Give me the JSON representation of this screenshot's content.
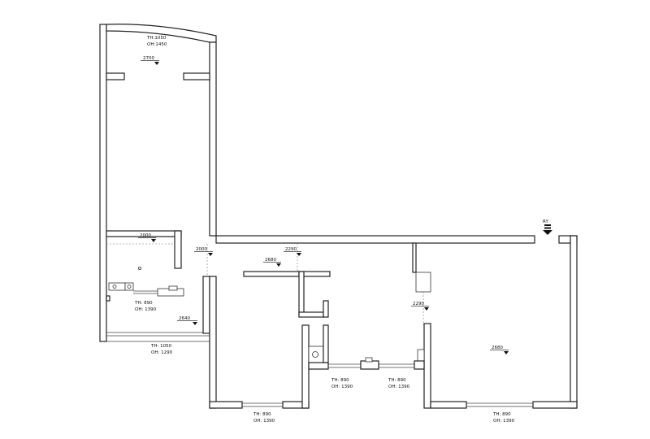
{
  "labels": {
    "top_window_th": "TH:1050",
    "top_window_oh": "OH:1450",
    "ceiling_top": "2700",
    "ceiling_mid_left": "2000",
    "ceiling_corridor": "2000",
    "ceiling_corridor_b": "2290",
    "ceiling_kitchen": "2680",
    "left_lower_th": "TH: 890",
    "left_lower_oh": "OH: 1390",
    "ceiling_left_bottom": "2640",
    "left_bottom_th": "TH: 1050",
    "left_bottom_oh": "OH: 1290",
    "ceiling_right_a": "2290",
    "ceiling_right_room": "2680",
    "mid_bottom_th": "TH: 890",
    "mid_bottom_oh": "OH: 1390",
    "mid_right_th": "TH: 890",
    "mid_right_oh": "OH: 1390",
    "room_bottom_th": "TH: 890",
    "room_bottom_oh": "OH: 1390",
    "right_bottom_th": "TH: 890",
    "right_bottom_oh": "OH: 1390",
    "entry_label": "RY"
  }
}
